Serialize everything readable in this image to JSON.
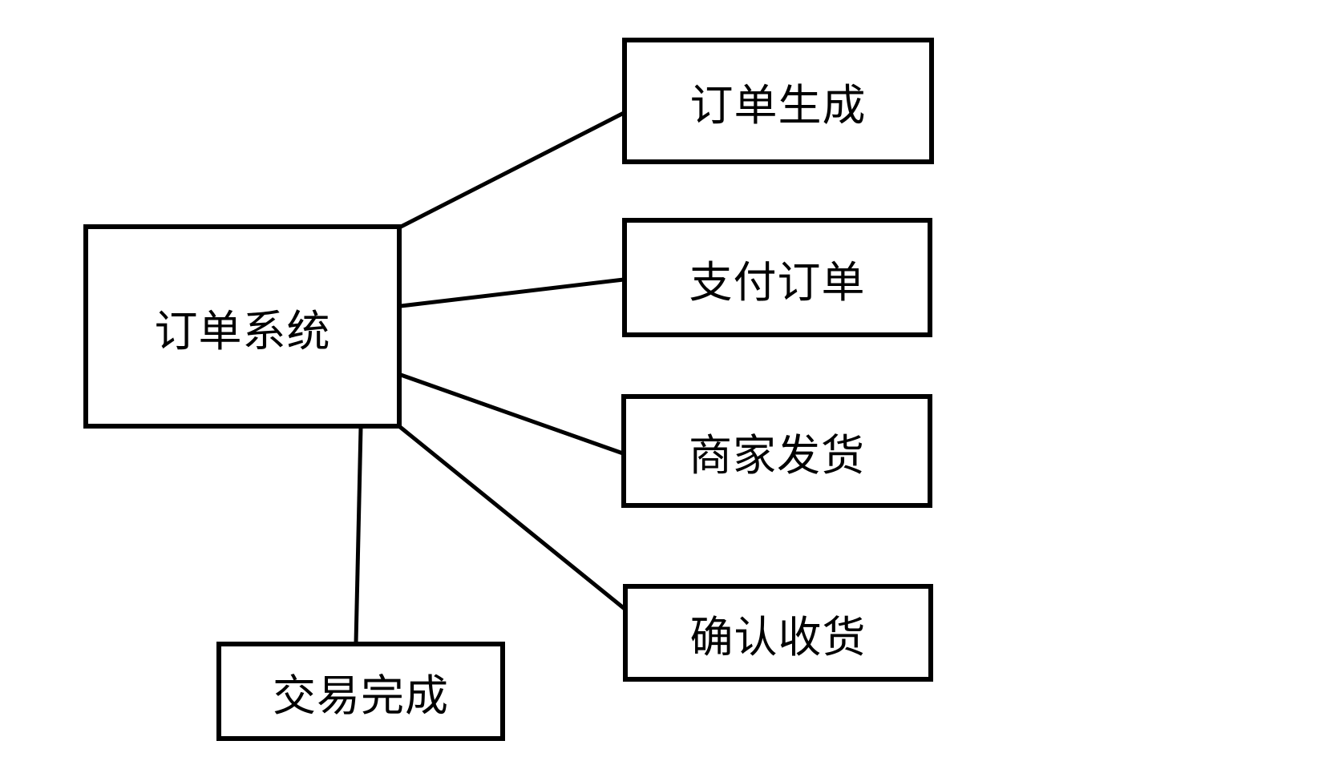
{
  "diagram": {
    "colors": {
      "background": "#ffffff",
      "node_fill": "#ffffff",
      "node_border": "#000000",
      "connector": "#000000",
      "text": "#000000"
    },
    "nodes": [
      {
        "id": "order-system",
        "label": "订单系统"
      },
      {
        "id": "order-created",
        "label": "订单生成"
      },
      {
        "id": "order-paid",
        "label": "支付订单"
      },
      {
        "id": "merchant-shipped",
        "label": "商家发货"
      },
      {
        "id": "receipt-confirmed",
        "label": "确认收货"
      },
      {
        "id": "deal-completed",
        "label": "交易完成"
      }
    ],
    "edges": [
      {
        "from": "order-system",
        "to": "order-created"
      },
      {
        "from": "order-system",
        "to": "order-paid"
      },
      {
        "from": "order-system",
        "to": "merchant-shipped"
      },
      {
        "from": "order-system",
        "to": "receipt-confirmed"
      },
      {
        "from": "order-system",
        "to": "deal-completed"
      }
    ]
  }
}
